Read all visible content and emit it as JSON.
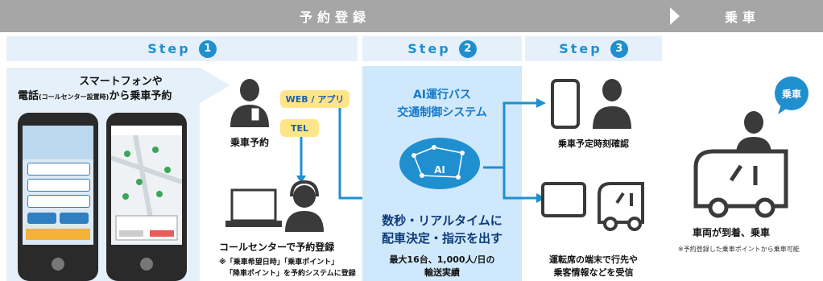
{
  "header": {
    "reservation_label": "予約登録",
    "boarding_label": "乗車"
  },
  "steps": [
    {
      "label": "Step",
      "number": "1"
    },
    {
      "label": "Step",
      "number": "2"
    },
    {
      "label": "Step",
      "number": "3"
    }
  ],
  "step1": {
    "heading_line1": "スマートフォンや",
    "heading_line2_a": "電話",
    "heading_line2_small": "(コールセンター設置時)",
    "heading_line2_b": "から乗車予約",
    "rider_label": "乗車予約",
    "web_app_label": "WEB / アプリ",
    "tel_label": "TEL",
    "callcenter_label": "コールセンターで予約登録",
    "note_line1": "※「乗車希望日時」「乗車ポイント」",
    "note_line2": "「降車ポイント」を予約システムに登録"
  },
  "step2": {
    "title_line1": "AI運行バス",
    "title_line2": "交通制御システム",
    "ai_label": "AI",
    "result_line1": "数秒・リアルタイムに",
    "result_line2": "配車決定・指示を出す",
    "capacity_line1": "最大16台、1,000人/日の",
    "capacity_line2": "輸送実績"
  },
  "step3": {
    "confirm_label": "乗車予定時刻確認",
    "driver_line1": "運転席の端末で行先や",
    "driver_line2": "乗客情報などを受信"
  },
  "boarding": {
    "badge": "乗車",
    "arrival_label": "車両が到着、乗車",
    "note": "※予約登録した乗車ポイントから乗車可能"
  },
  "colors": {
    "accent": "#1f8fd0",
    "header_gray": "#a6a6a6",
    "light_blue": "#e6f0fa",
    "ai_blue": "#cfe8fb",
    "pill_yellow": "#ffe58a"
  }
}
